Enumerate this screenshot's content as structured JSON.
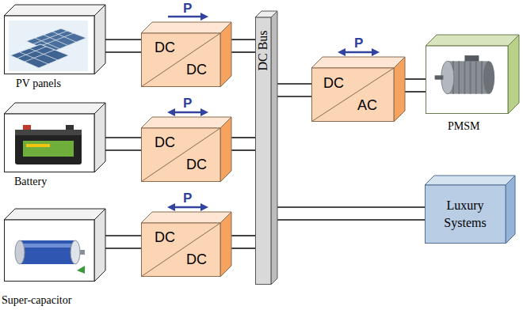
{
  "diagram": {
    "nodes": [
      {
        "text": [
          "PV panels"
        ]
      },
      {
        "text": [
          "Battery"
        ]
      },
      {
        "text": [
          "Super-capacitor"
        ]
      },
      {
        "text": [
          "DC",
          "DC"
        ]
      },
      {
        "text": [
          "DC",
          "DC"
        ]
      },
      {
        "text": [
          "DC",
          "DC"
        ]
      },
      {
        "text": [
          "DC Bus"
        ]
      },
      {
        "text": [
          "DC",
          "AC"
        ]
      },
      {
        "text": [
          "PMSM"
        ]
      },
      {
        "text": [
          "Luxury Systems"
        ]
      }
    ],
    "edges": [
      {
        "from": 0,
        "to": 3,
        "arrow": "none"
      },
      {
        "from": 3,
        "to": 6,
        "arrow": "none"
      },
      {
        "from": 1,
        "to": 4,
        "arrow": "none"
      },
      {
        "from": 4,
        "to": 6,
        "arrow": "none"
      },
      {
        "from": 2,
        "to": 5,
        "arrow": "none"
      },
      {
        "from": 5,
        "to": 6,
        "arrow": "none"
      },
      {
        "from": 6,
        "to": 7,
        "arrow": "none"
      },
      {
        "from": 7,
        "to": 8,
        "arrow": "none"
      },
      {
        "from": 6,
        "to": 9,
        "arrow": "none"
      }
    ],
    "labels": [
      "P",
      "P",
      "P",
      "P"
    ]
  }
}
